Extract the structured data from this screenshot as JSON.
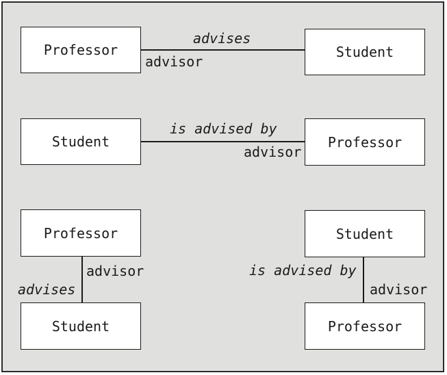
{
  "diagram_1": {
    "left_box": "Professor",
    "right_box": "Student",
    "relationship": "advises",
    "role": "advisor"
  },
  "diagram_2": {
    "left_box": "Student",
    "right_box": "Professor",
    "relationship": "is advised by",
    "role": "advisor"
  },
  "diagram_3": {
    "top_box": "Professor",
    "bottom_box": "Student",
    "relationship": "advises",
    "role": "advisor"
  },
  "diagram_4": {
    "top_box": "Student",
    "bottom_box": "Professor",
    "relationship": "is advised by",
    "role": "advisor"
  }
}
